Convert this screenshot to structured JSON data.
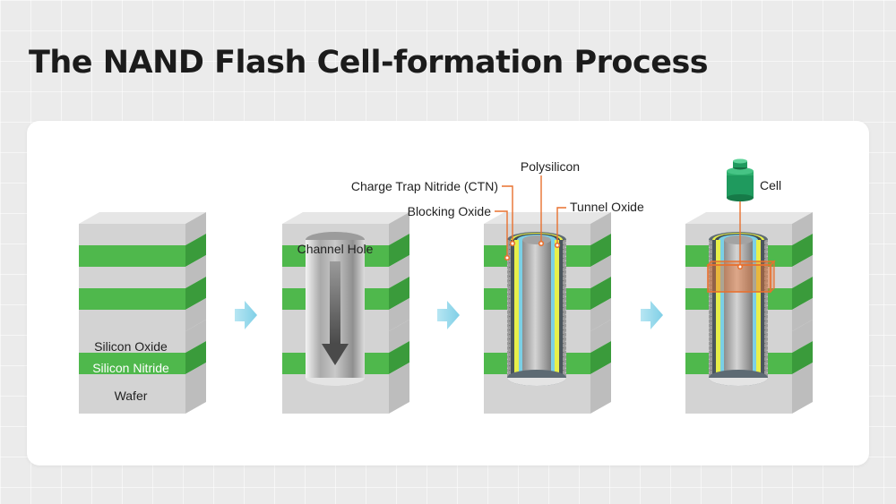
{
  "title": "The NAND Flash Cell-formation Process",
  "labels": {
    "silicon_oxide": "Silicon Oxide",
    "silicon_nitride": "Silicon Nitride",
    "wafer": "Wafer",
    "channel_hole": "Channel Hole",
    "ctn": "Charge Trap Nitride (CTN)",
    "blocking_oxide": "Blocking Oxide",
    "polysilicon": "Polysilicon",
    "tunnel_oxide": "Tunnel Oxide",
    "cell": "Cell"
  },
  "colors": {
    "green": "#4fb84c",
    "green_dark": "#3a9b3b",
    "accent": "#e8712f",
    "arrow": "#8ed6ea",
    "cell": "#1f9a5e"
  }
}
